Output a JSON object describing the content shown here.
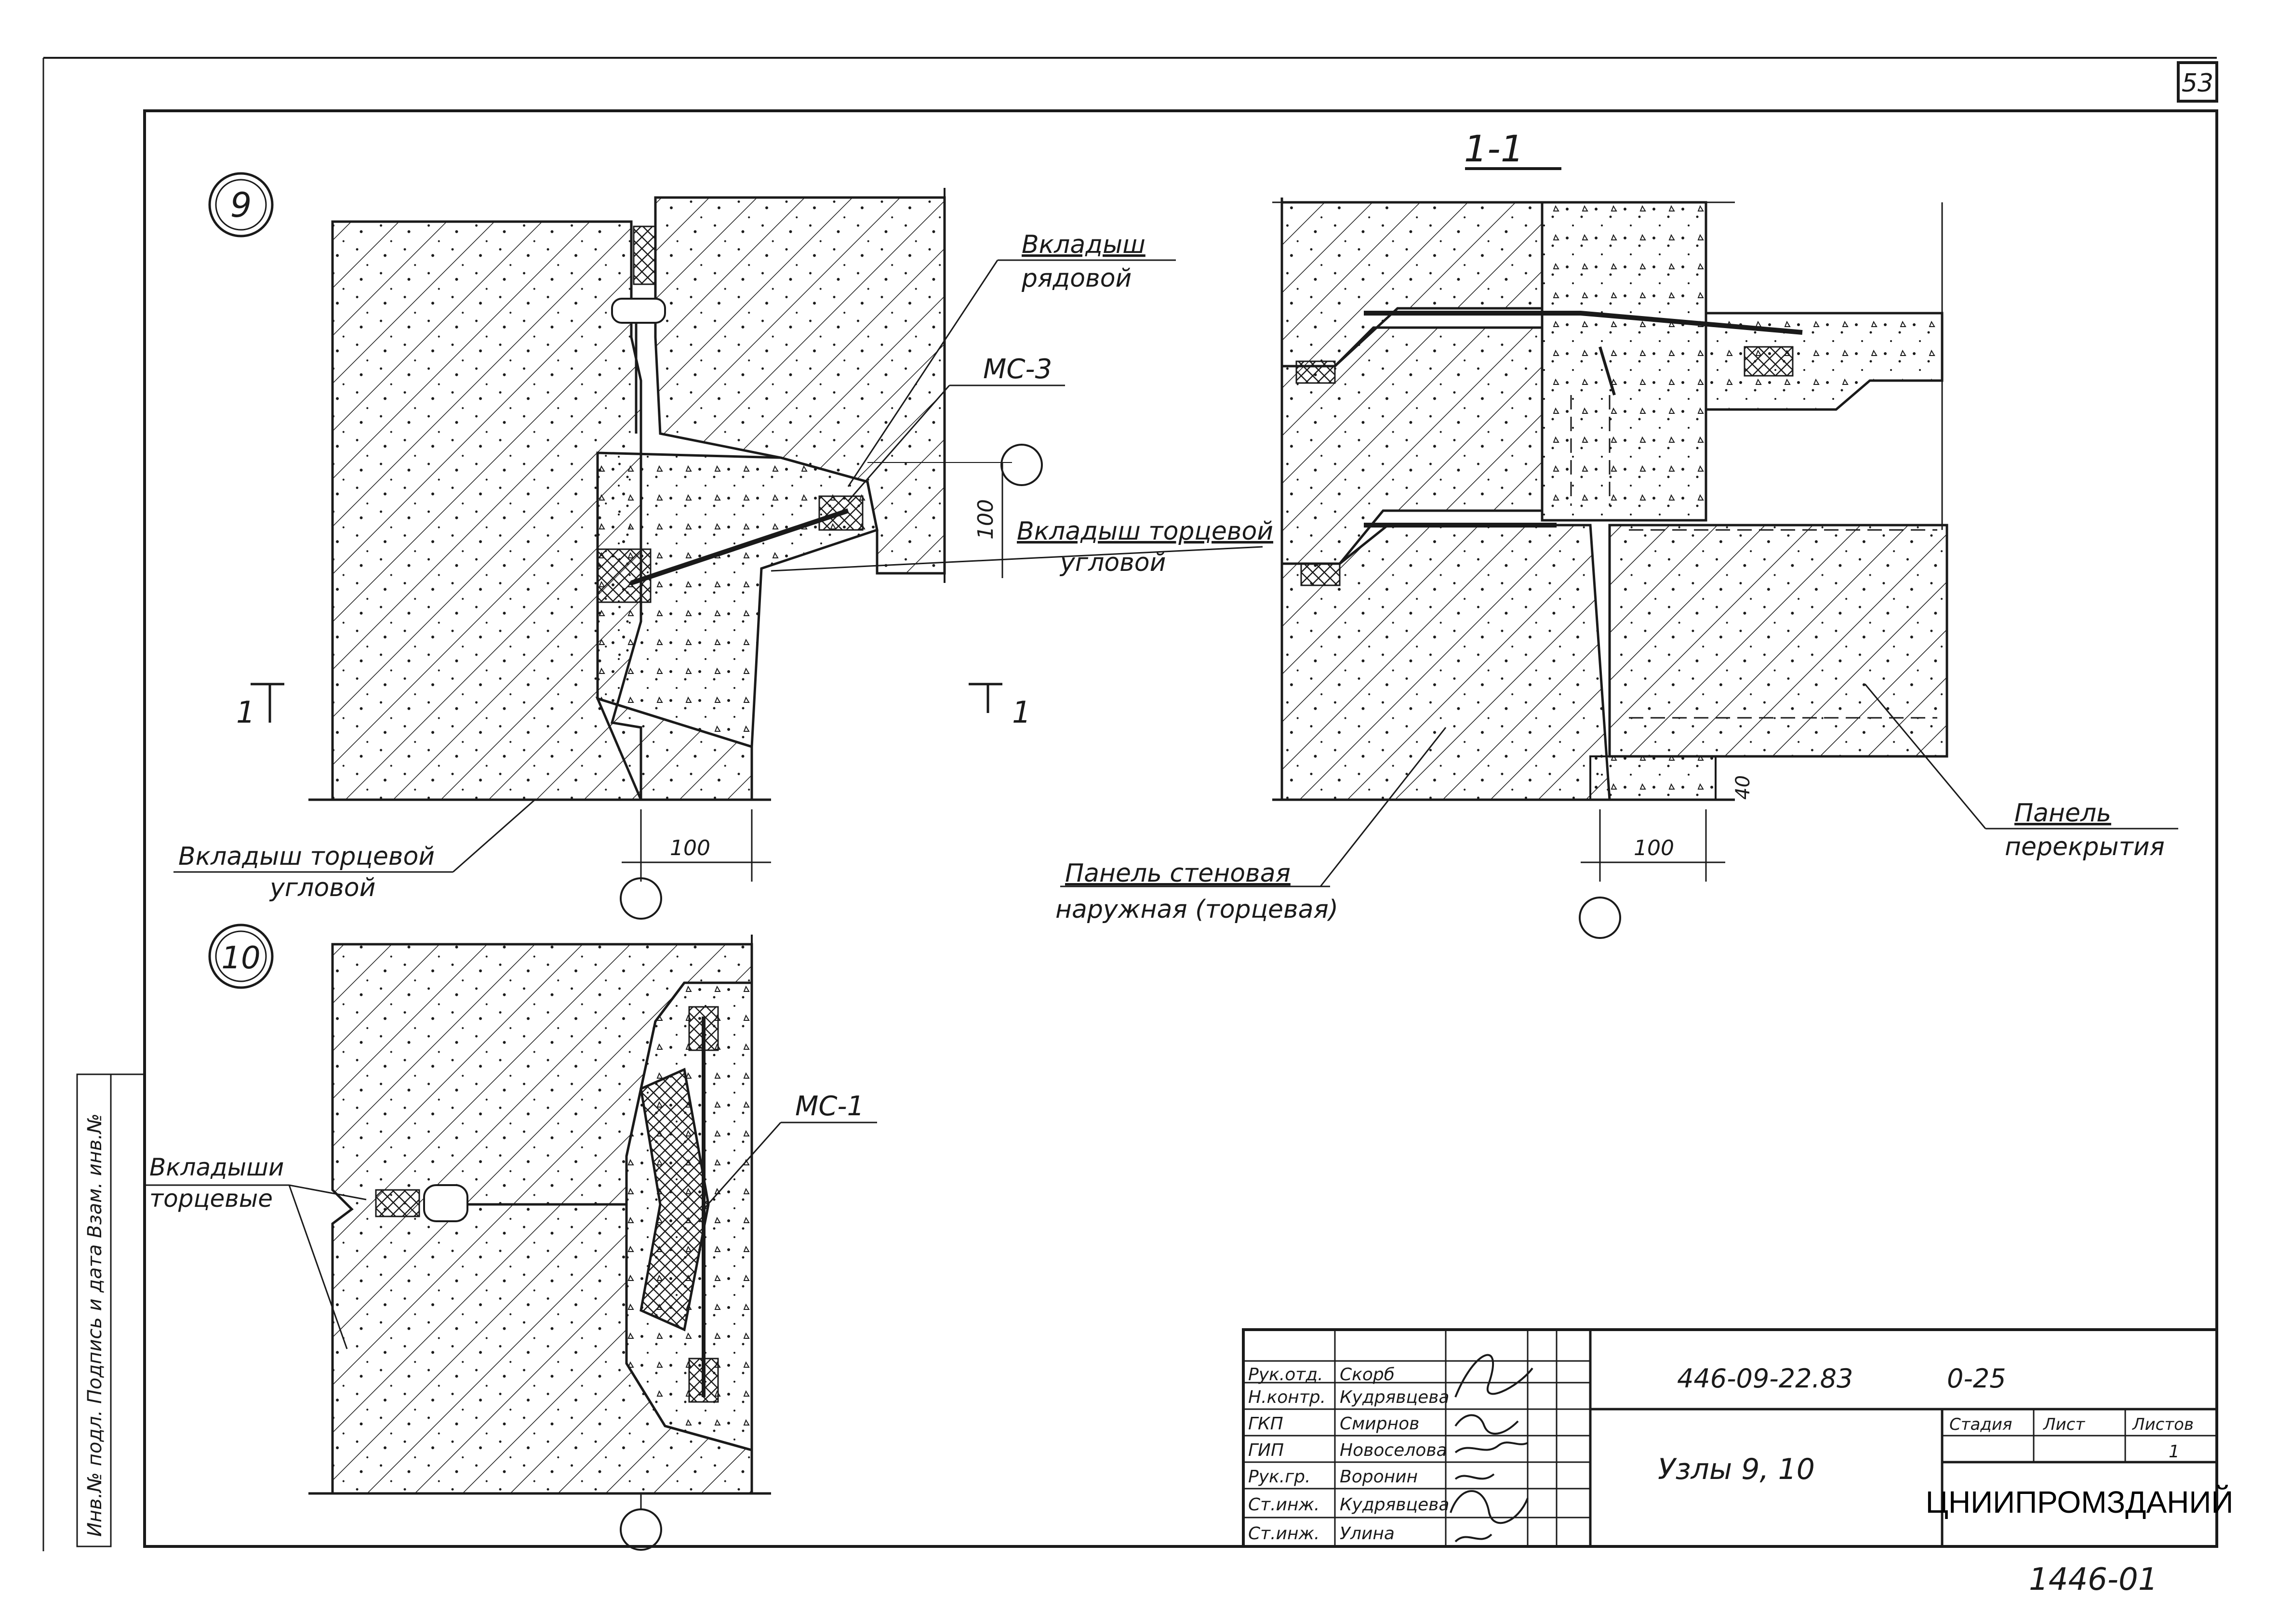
{
  "sheet": {
    "page_number": "53",
    "bottom_code": "1446-01"
  },
  "node9": {
    "label": "9",
    "callout_vkladysh_ryadovoy": [
      "Вкладыш",
      "рядовой"
    ],
    "callout_ms3": "МС-3",
    "callout_vkladysh_tortsevoy_uglovoy_right": [
      "Вкладыш торцевой",
      "угловой"
    ],
    "callout_vkladysh_tortsevoy_uglovoy_bottom": [
      "Вкладыш торцевой",
      "угловой"
    ],
    "dim_vertical": "100",
    "dim_horizontal": "100",
    "section_mark_left": "1",
    "section_mark_right": "1"
  },
  "section11": {
    "title": "1-1",
    "callout_panel_wall": [
      "Панель стеновая",
      "наружная (торцевая)"
    ],
    "callout_panel_floor": [
      "Панель",
      "перекрытия"
    ],
    "dim_horizontal": "100",
    "dim_small": "40"
  },
  "node10": {
    "label": "10",
    "callout_ms1": "МС-1",
    "callout_vkladyshi_tortsevye": [
      "Вкладыши",
      "торцевые"
    ]
  },
  "left_margin": {
    "stamp_text": "Инв.№ подл. Подпись и дата Взам. инв.№"
  },
  "title_block": {
    "doc_code": "446-09-22.83",
    "sheet_code": "0-25",
    "drawing_title": "Узлы 9, 10",
    "organization": "ЦНИИПРОМЗДАНИЙ",
    "col_headers": [
      "Стадия",
      "Лист",
      "Листов"
    ],
    "col_values": [
      "",
      "",
      "1"
    ],
    "roles": [
      {
        "role": "Рук.отд.",
        "name": "Скорб"
      },
      {
        "role": "Н.контр.",
        "name": "Кудрявцева"
      },
      {
        "role": "ГКП",
        "name": "Смирнов"
      },
      {
        "role": "ГИП",
        "name": "Новоселова"
      },
      {
        "role": "Рук.гр.",
        "name": "Воронин"
      },
      {
        "role": "Ст.инж.",
        "name": "Кудрявцева"
      },
      {
        "role": "Ст.инж.",
        "name": "Улина"
      }
    ]
  }
}
